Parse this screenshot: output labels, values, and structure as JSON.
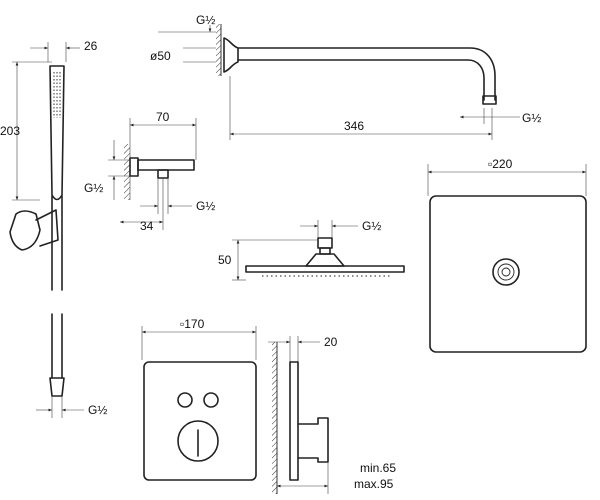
{
  "labels": {
    "arm_thread": "G½",
    "arm_diameter": "ø50",
    "arm_length": "346",
    "arm_end_thread": "G½",
    "hand_width": "26",
    "hand_height": "203",
    "hand_bottom_thread": "G½",
    "elbow_width": "70",
    "elbow_left_thread": "G½",
    "elbow_offset": "34",
    "elbow_right_thread": "G½",
    "head_height": "50",
    "head_thread": "G½",
    "plate_size": "▫220",
    "valve_size": "▫170",
    "valve_depth": "20",
    "valve_min": "min.65",
    "valve_max": "max.95"
  }
}
